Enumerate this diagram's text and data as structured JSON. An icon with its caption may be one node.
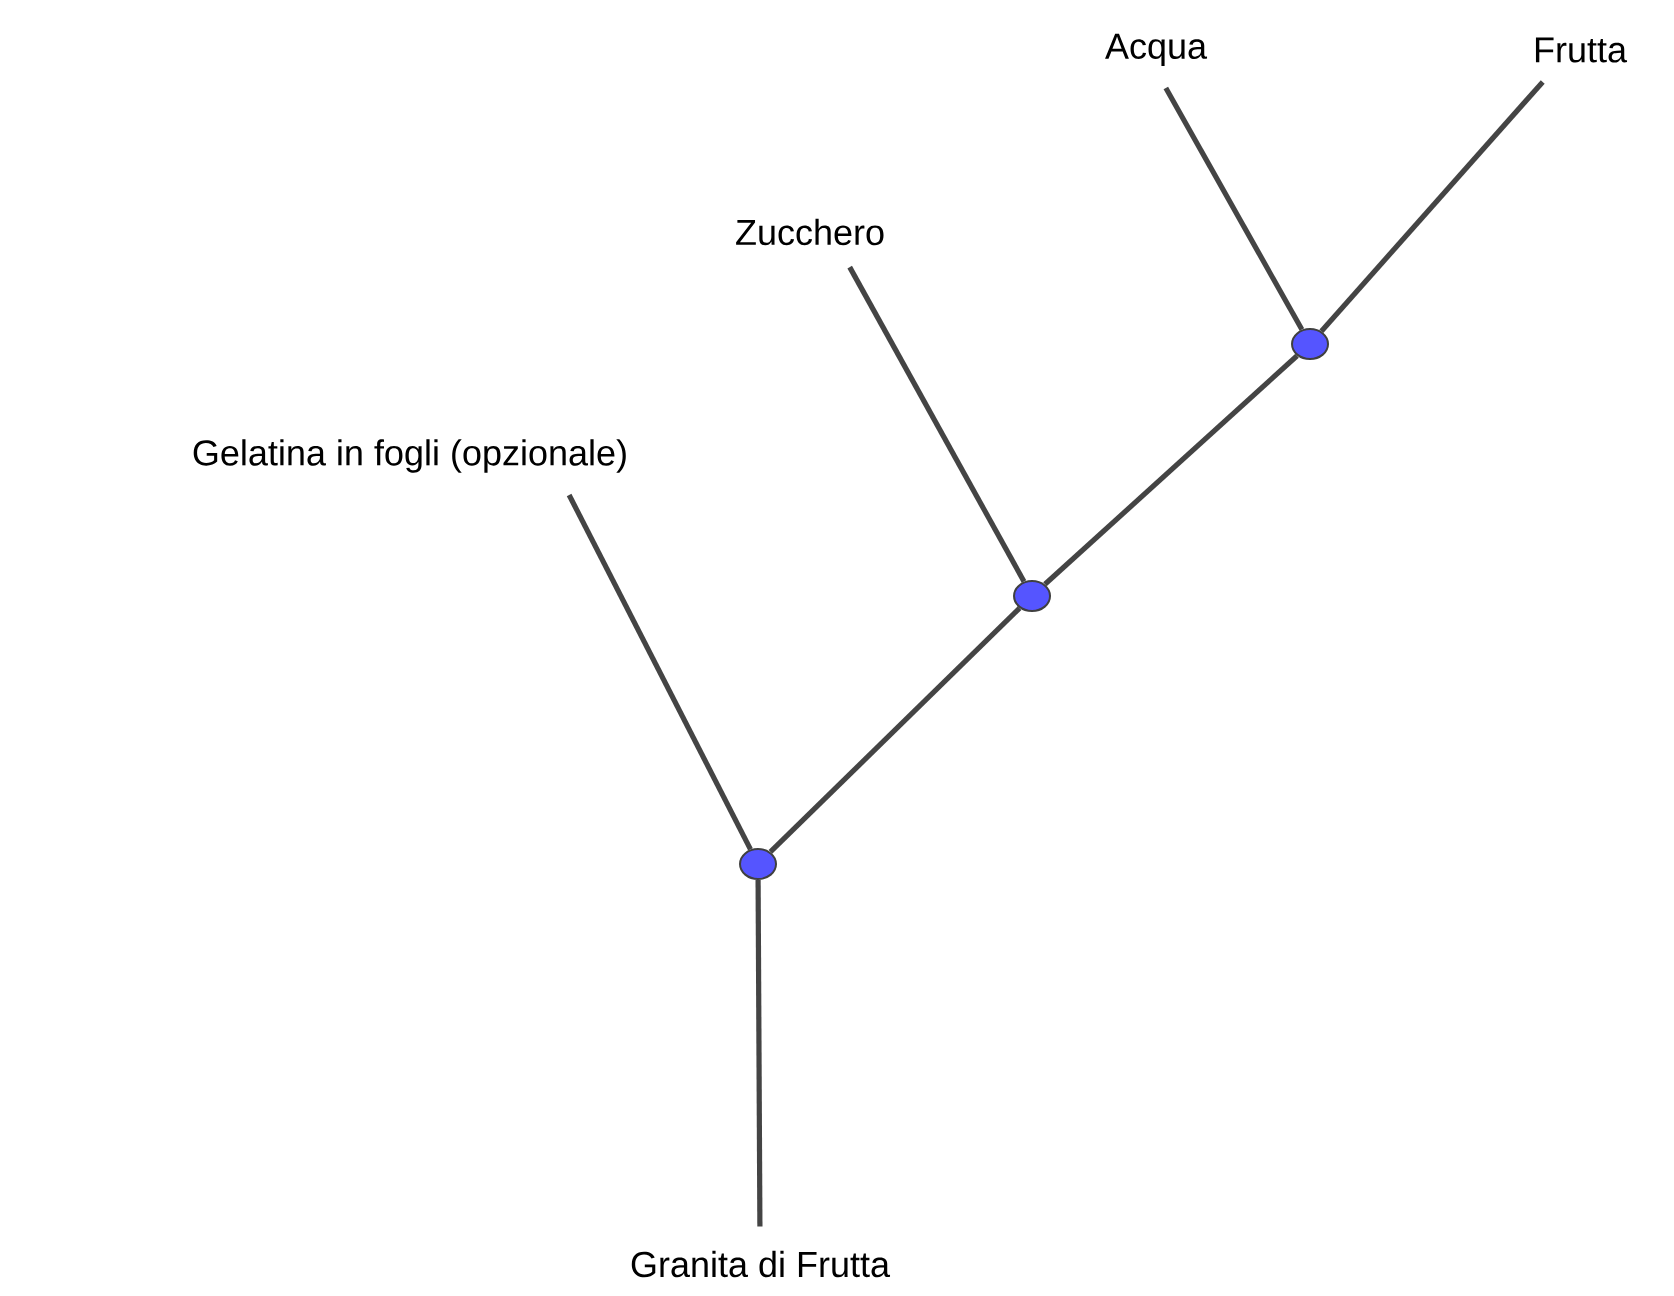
{
  "diagram": {
    "nodes": [
      {
        "text": [
          "Acqua"
        ]
      },
      {
        "text": [
          "Frutta"
        ]
      },
      {
        "text": [
          "Zucchero"
        ]
      },
      {
        "text": [
          "Gelatina in fogli (opzionale)"
        ]
      },
      {
        "text": [],
        "shape": "circle"
      },
      {
        "text": [],
        "shape": "circle"
      },
      {
        "text": [],
        "shape": "circle"
      },
      {
        "text": [
          "Granita di Frutta"
        ]
      }
    ],
    "edges": [
      {
        "from": 0,
        "to": 4,
        "arrow": "none"
      },
      {
        "from": 1,
        "to": 4,
        "arrow": "none"
      },
      {
        "from": 4,
        "to": 5,
        "arrow": "none"
      },
      {
        "from": 2,
        "to": 5,
        "arrow": "none"
      },
      {
        "from": 5,
        "to": 6,
        "arrow": "none"
      },
      {
        "from": 3,
        "to": 6,
        "arrow": "none"
      },
      {
        "from": 6,
        "to": 7,
        "arrow": "none"
      }
    ]
  }
}
